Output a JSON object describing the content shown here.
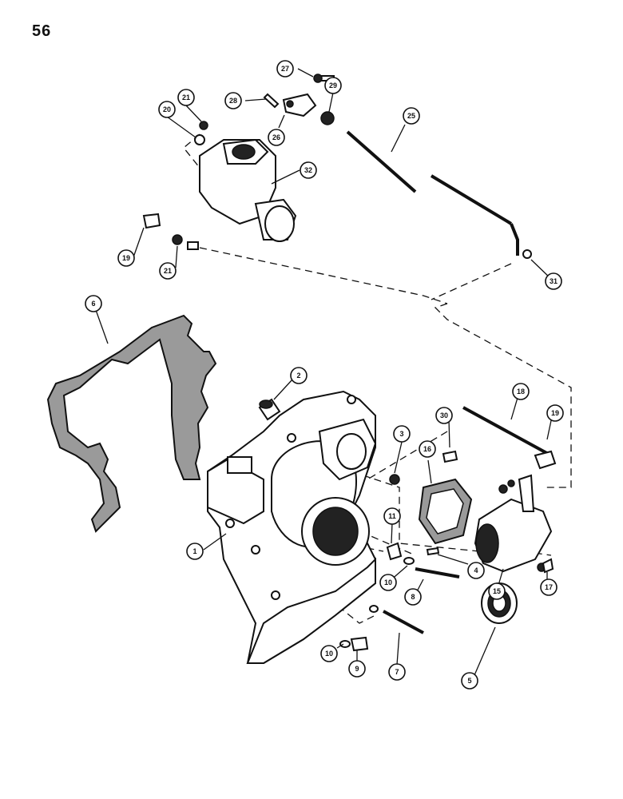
{
  "page_number": "56",
  "callouts": [
    {
      "id": "c27",
      "label": "27"
    },
    {
      "id": "c29",
      "label": "29"
    },
    {
      "id": "c28",
      "label": "28"
    },
    {
      "id": "c21a",
      "label": "21"
    },
    {
      "id": "c20",
      "label": "20"
    },
    {
      "id": "c26",
      "label": "26"
    },
    {
      "id": "c25",
      "label": "25"
    },
    {
      "id": "c32",
      "label": "32"
    },
    {
      "id": "c19a",
      "label": "19"
    },
    {
      "id": "c21b",
      "label": "21"
    },
    {
      "id": "c31",
      "label": "31"
    },
    {
      "id": "c6",
      "label": "6"
    },
    {
      "id": "c2",
      "label": "2"
    },
    {
      "id": "c18",
      "label": "18"
    },
    {
      "id": "c19b",
      "label": "19"
    },
    {
      "id": "c30",
      "label": "30"
    },
    {
      "id": "c3",
      "label": "3"
    },
    {
      "id": "c16",
      "label": "16"
    },
    {
      "id": "c11",
      "label": "11"
    },
    {
      "id": "c1",
      "label": "1"
    },
    {
      "id": "c4",
      "label": "4"
    },
    {
      "id": "c10a",
      "label": "10"
    },
    {
      "id": "c8",
      "label": "8"
    },
    {
      "id": "c15",
      "label": "15"
    },
    {
      "id": "c17",
      "label": "17"
    },
    {
      "id": "c10b",
      "label": "10"
    },
    {
      "id": "c9",
      "label": "9"
    },
    {
      "id": "c7",
      "label": "7"
    },
    {
      "id": "c5",
      "label": "5"
    }
  ]
}
